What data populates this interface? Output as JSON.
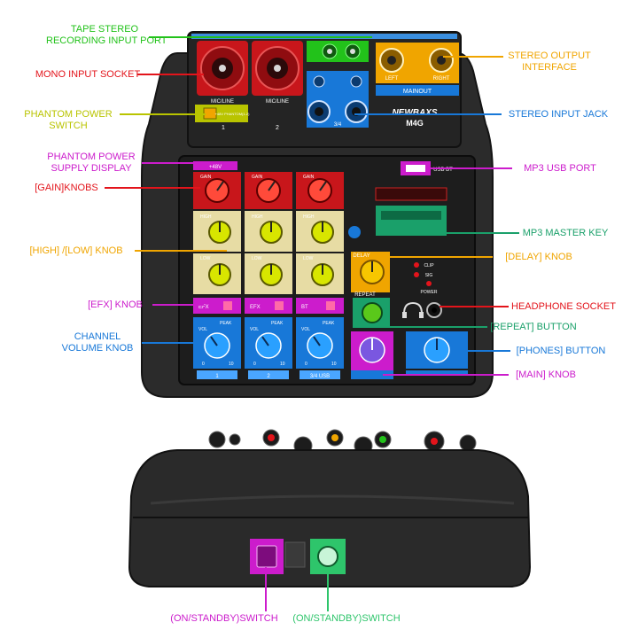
{
  "product": {
    "brand": "NEWBAXS",
    "model": "M4G"
  },
  "device_text": {
    "mic_line_1": "MIC/LINE",
    "mic_line_2": "MIC/LINE",
    "ch1": "1",
    "ch2": "2",
    "ch34": "3/4",
    "phantom": "+48V PHANTOM(1-2)",
    "mainout": "MAINOUT",
    "left": "LEFT",
    "right": "RIGHT",
    "usb_bt": "USB BT",
    "gain": "GAIN",
    "high": "HIGH",
    "low": "LOW",
    "efx": "EFX",
    "bt": "BT",
    "vol": "VOL",
    "peak": "PEAK",
    "delay": "DELAY",
    "repeat": "REPEAT",
    "clip": "CLIP",
    "sig": "SIG",
    "power": "POWER",
    "plus48": "+48V",
    "strip_1": "1",
    "strip_2": "2",
    "strip_34": "3/4 USB",
    "dial_min": "0",
    "dial_max": "10"
  },
  "colors": {
    "green": "#22c21a",
    "red": "#e3141b",
    "orange": "#f0a500",
    "yellow": "#b9c400",
    "blue": "#1878d8",
    "magenta": "#cc1ccc",
    "teal": "#1aa06a",
    "light_green": "#2ec56b"
  },
  "callouts": [
    {
      "id": "tape-stereo",
      "text": "TAPE STEREO\nRECORDING INPUT PORT",
      "color": "#22c21a"
    },
    {
      "id": "mono-input",
      "text": "MONO INPUT SOCKET",
      "color": "#e3141b"
    },
    {
      "id": "phantom-switch",
      "text": "PHANTOM POWER\nSWITCH",
      "color": "#b9c400"
    },
    {
      "id": "phantom-display",
      "text": "PHANTOM POWER\nSUPPLY DISPLAY",
      "color": "#cc1ccc"
    },
    {
      "id": "gain-knobs",
      "text": "[GAIN]KNOBS",
      "color": "#e3141b"
    },
    {
      "id": "high-low-knob",
      "text": "[HIGH] /[LOW] KNOB",
      "color": "#f0a500"
    },
    {
      "id": "efx-knob",
      "text": "[EFX] KNOB",
      "color": "#cc1ccc"
    },
    {
      "id": "channel-volume",
      "text": "CHANNEL\nVOLUME KNOB",
      "color": "#1878d8"
    },
    {
      "id": "stereo-output",
      "text": "STEREO OUTPUT\nINTERFACE",
      "color": "#f0a500"
    },
    {
      "id": "stereo-input",
      "text": "STEREO INPUT JACK",
      "color": "#1878d8"
    },
    {
      "id": "mp3-usb",
      "text": "MP3 USB PORT",
      "color": "#cc1ccc"
    },
    {
      "id": "mp3-master",
      "text": "MP3 MASTER KEY",
      "color": "#1aa06a"
    },
    {
      "id": "delay-knob",
      "text": "[DELAY] KNOB",
      "color": "#f0a500"
    },
    {
      "id": "headphone",
      "text": "HEADPHONE SOCKET",
      "color": "#e3141b"
    },
    {
      "id": "repeat-button",
      "text": "[REPEAT] BUTTON",
      "color": "#1aa06a"
    },
    {
      "id": "phones-button",
      "text": "[PHONES] BUTTON",
      "color": "#1878d8"
    },
    {
      "id": "main-knob",
      "text": "[MAIN] KNOB",
      "color": "#cc1ccc"
    },
    {
      "id": "on-standby-1",
      "text": "(ON/STANDBY)SWITCH",
      "color": "#cc1ccc"
    },
    {
      "id": "on-standby-2",
      "text": "(ON/STANDBY)SWITCH",
      "color": "#2ec56b"
    }
  ]
}
